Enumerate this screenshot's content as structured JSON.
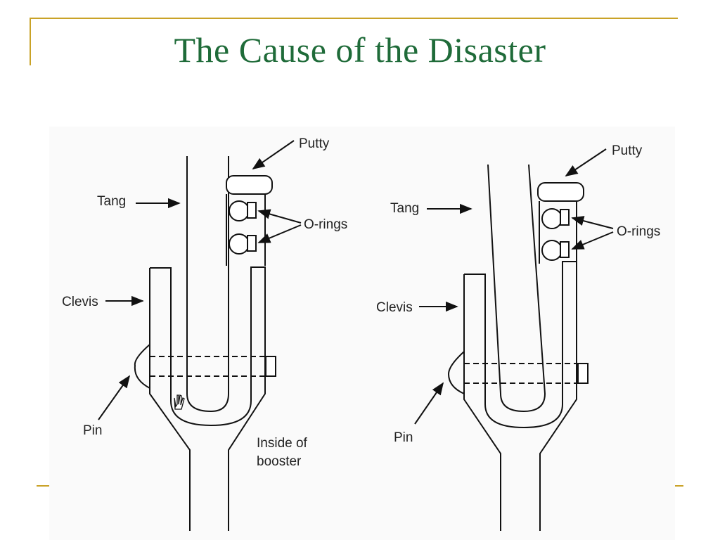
{
  "slide": {
    "title": "The Cause of the Disaster",
    "colors": {
      "title": "#1f6b39",
      "frame": "#c9a227"
    }
  },
  "diagram_left": {
    "labels": {
      "putty": "Putty",
      "tang": "Tang",
      "o_rings": "O-rings",
      "clevis": "Clevis",
      "pin": "Pin",
      "inside_1": "Inside of",
      "inside_2": "booster"
    },
    "icons": [
      "hand-cursor-icon"
    ]
  },
  "diagram_right": {
    "labels": {
      "putty": "Putty",
      "tang": "Tang",
      "o_rings": "O-rings",
      "clevis": "Clevis",
      "pin": "Pin"
    }
  }
}
